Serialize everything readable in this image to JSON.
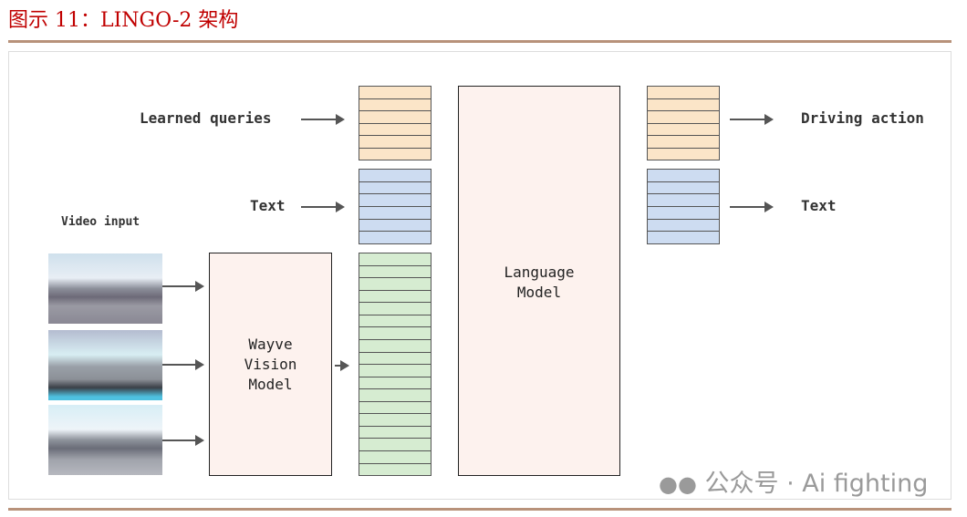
{
  "title": "图示 11：LINGO-2 架构",
  "diagram": {
    "inputs": {
      "learned_queries": "Learned queries",
      "text": "Text",
      "video": "Video input"
    },
    "vision_model": "Wayve\nVision\nModel",
    "language_model": "Language\nModel",
    "outputs": {
      "driving_action": "Driving action",
      "text": "Text"
    },
    "token_rows": {
      "learned_queries": 6,
      "text": 6,
      "vision": 18
    },
    "colors": {
      "queries": "#fbe5c8",
      "text": "#cddcf1",
      "vision": "#d6ecd1",
      "model": "#fdf2ee"
    }
  },
  "watermark": {
    "icon": "wechat-icon",
    "text": "公众号 · Ai fighting"
  }
}
